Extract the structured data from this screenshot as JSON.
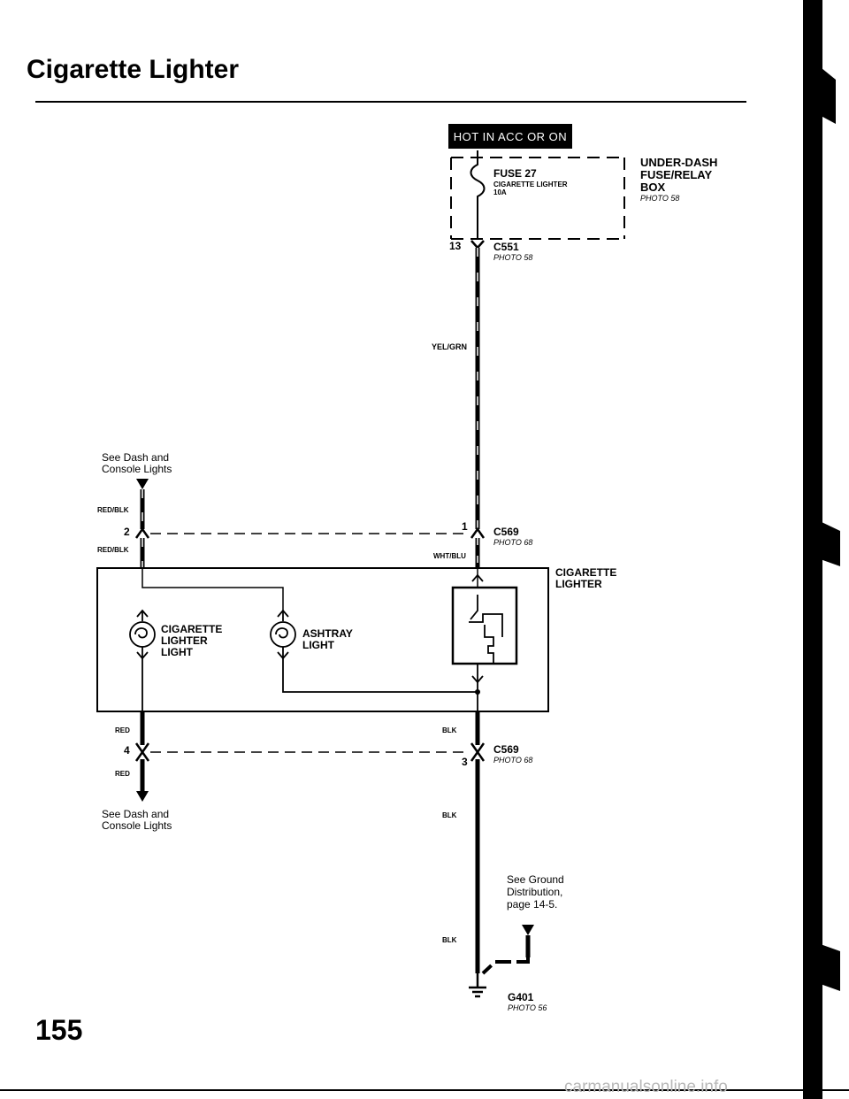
{
  "title": "Cigarette Lighter",
  "hot_label": "HOT IN ACC OR ON",
  "fuse": {
    "name": "FUSE 27",
    "circuit": "CIGARETTE LIGHTER",
    "rating": "10A"
  },
  "fuse_box": {
    "line1": "UNDER-DASH",
    "line2": "FUSE/RELAY",
    "line3": "BOX",
    "photo": "PHOTO 58"
  },
  "connectors": {
    "c551": {
      "name": "C551",
      "pin": "13",
      "photo": "PHOTO 58"
    },
    "c569_top": {
      "name": "C569",
      "pin_left": "2",
      "pin_right": "1",
      "photo": "PHOTO 68"
    },
    "c569_bottom": {
      "name": "C569",
      "pin_left": "4",
      "pin_right": "3",
      "photo": "PHOTO 68"
    }
  },
  "wires": {
    "yel_grn": "YEL/GRN",
    "red_blk_top": "RED/BLK",
    "red_blk_bottom": "RED/BLK",
    "wht_blu": "WHT/BLU",
    "red_top": "RED",
    "red_bottom": "RED",
    "blk_1": "BLK",
    "blk_2": "BLK",
    "blk_3": "BLK"
  },
  "refs": {
    "dash_top_1": "See Dash and",
    "dash_top_2": "Console Lights",
    "dash_bottom_1": "See Dash and",
    "dash_bottom_2": "Console Lights",
    "ground_1": "See Ground",
    "ground_2": "Distribution,",
    "ground_3": "page 14-5."
  },
  "components": {
    "lighter_light_1": "CIGARETTE",
    "lighter_light_2": "LIGHTER",
    "lighter_light_3": "LIGHT",
    "ashtray_1": "ASHTRAY",
    "ashtray_2": "LIGHT",
    "lighter_1": "CIGARETTE",
    "lighter_2": "LIGHTER"
  },
  "ground": {
    "name": "G401",
    "photo": "PHOTO 56"
  },
  "page_number": "155",
  "watermark": "carmanualsonline.info"
}
